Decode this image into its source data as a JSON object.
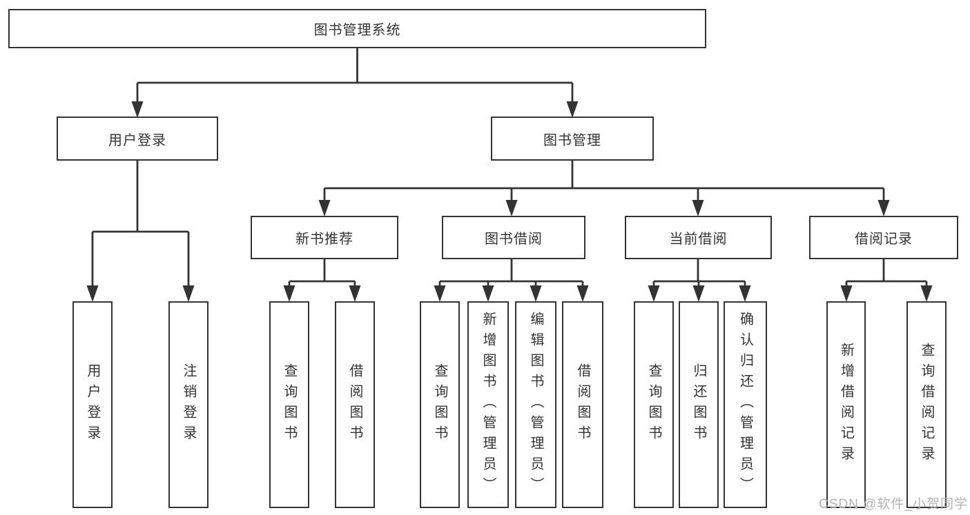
{
  "diagram_title": "图书管理系统",
  "colors": {
    "line": "#333333",
    "box_border": "#333333",
    "box_fill": "#ffffff",
    "text": "#333333",
    "watermark": "#b3b3b3",
    "background": "#ffffff"
  },
  "tree": {
    "root": {
      "label": "图书管理系统"
    },
    "branches": [
      {
        "label": "用户登录",
        "children": [
          {
            "label": "用户登录"
          },
          {
            "label": "注销登录"
          }
        ]
      },
      {
        "label": "图书管理",
        "groups": [
          {
            "label": "新书推荐",
            "children": [
              {
                "label": "查询图书"
              },
              {
                "label": "借阅图书"
              }
            ]
          },
          {
            "label": "图书借阅",
            "children": [
              {
                "label": "查询图书"
              },
              {
                "label": "新增图书（管理员）"
              },
              {
                "label": "编辑图书（管理员）"
              },
              {
                "label": "借阅图书"
              }
            ]
          },
          {
            "label": "当前借阅",
            "children": [
              {
                "label": "查询图书"
              },
              {
                "label": "归还图书"
              },
              {
                "label": "确认归还（管理员）"
              }
            ]
          },
          {
            "label": "借阅记录",
            "children": [
              {
                "label": "新增借阅记录"
              },
              {
                "label": "查询借阅记录"
              }
            ]
          }
        ]
      }
    ]
  },
  "watermark": "CSDN @软件_小贺同学"
}
